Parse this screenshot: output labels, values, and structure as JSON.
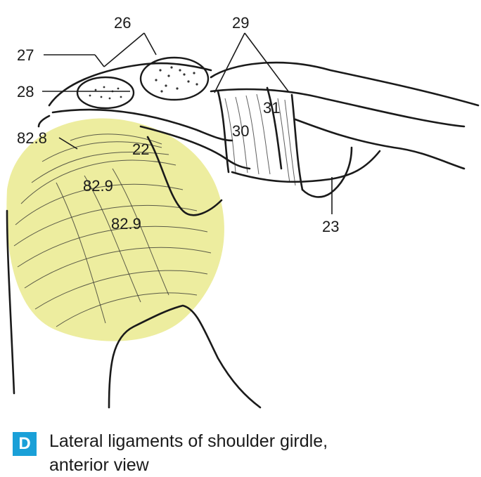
{
  "figure": {
    "labels": {
      "l26": "26",
      "l29": "29",
      "l27": "27",
      "l28": "28",
      "l31": "31",
      "l30": "30",
      "l82_8": "82.8",
      "l22": "22",
      "l82_9a": "82.9",
      "l82_9b": "82.9",
      "l23": "23"
    },
    "highlight_color": "#ecec9a",
    "ink_color": "#1a1a1a"
  },
  "caption": {
    "badge": "D",
    "badge_color": "#1aa0d8",
    "line1": "Lateral ligaments of shoulder girdle,",
    "line2": "anterior view"
  }
}
